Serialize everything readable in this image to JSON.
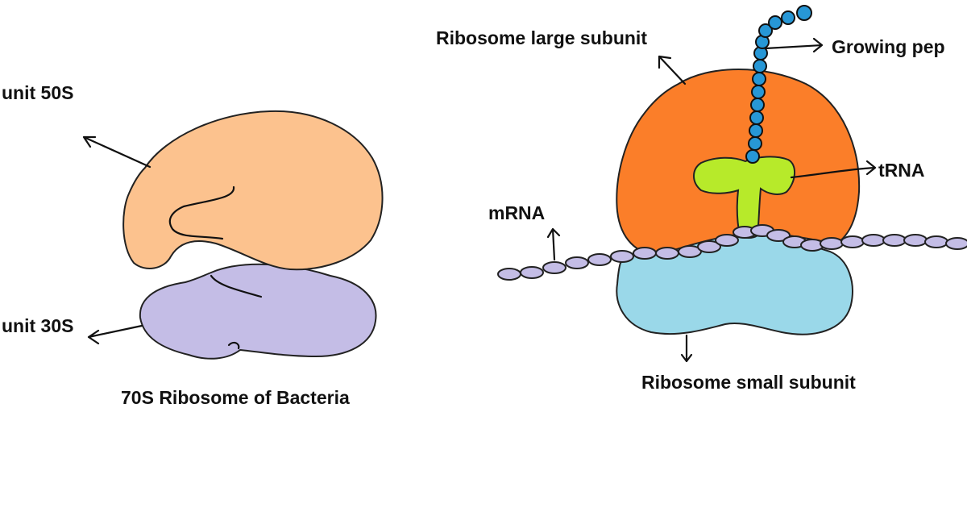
{
  "left_diagram": {
    "large_subunit_label": "unit 50S",
    "small_subunit_label": "unit 30S",
    "caption": "70S Ribosome of Bacteria"
  },
  "right_diagram": {
    "large_subunit_label": "Ribosome large subunit",
    "small_subunit_label": "Ribosome small subunit",
    "mrna_label": "mRNA",
    "trna_label": "tRNA",
    "peptide_label": "Growing pep"
  },
  "colors": {
    "large_subunit_50s": "#fcc28e",
    "small_subunit_30s": "#c4bde6",
    "large_subunit_right": "#fb7e29",
    "small_subunit_right": "#9ad8e9",
    "trna": "#b7ea2a",
    "peptide_bead": "#2797d6",
    "mrna_bead": "#c4bde6"
  }
}
